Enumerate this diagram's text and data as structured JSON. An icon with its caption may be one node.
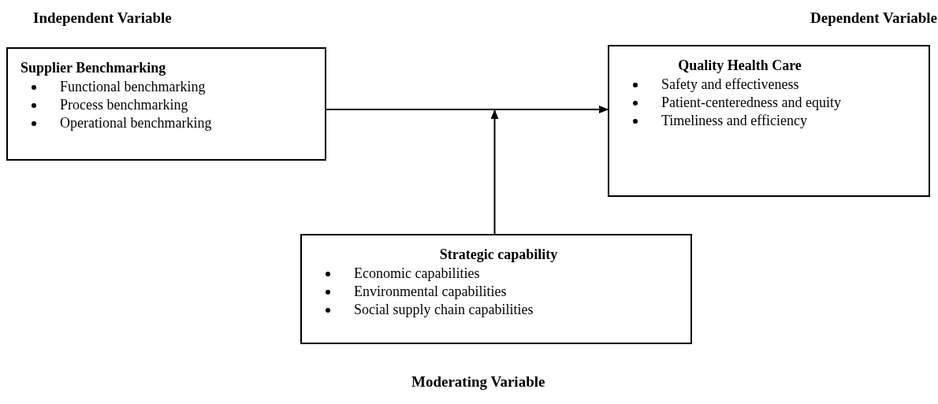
{
  "diagram": {
    "nodes": [
      {
        "text": [
          "Supplier Benchmarking",
          "Functional benchmarking",
          "Process benchmarking",
          "Operational benchmarking"
        ]
      },
      {
        "text": [
          "Quality Health Care",
          "Safety and effectiveness",
          "Patient-centeredness and equity",
          "Timeliness and efficiency"
        ]
      },
      {
        "text": [
          "Strategic capability",
          "Economic capabilities",
          "Environmental capabilities",
          "Social supply chain capabilities"
        ]
      }
    ],
    "edges": [
      {
        "from": 0,
        "to": 1,
        "arrow": "to"
      },
      {
        "from": 2,
        "to": null,
        "arrow": "to"
      }
    ],
    "labels": [
      "Independent Variable",
      "Dependent Variable",
      "Moderating Variable"
    ]
  }
}
